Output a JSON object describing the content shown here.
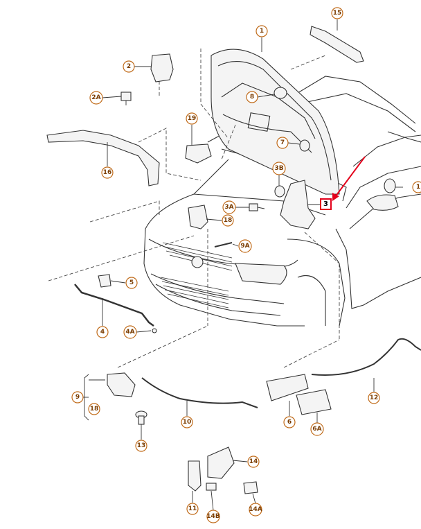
{
  "accent_color": "#c06a18",
  "highlight_color": "#e3001b",
  "callouts": [
    {
      "id": "c1",
      "label": "1"
    },
    {
      "id": "c1b",
      "label": "1"
    },
    {
      "id": "c2",
      "label": "2"
    },
    {
      "id": "c2A",
      "label": "2A"
    },
    {
      "id": "c3",
      "label": "3"
    },
    {
      "id": "c3A",
      "label": "3A"
    },
    {
      "id": "c3B",
      "label": "3B"
    },
    {
      "id": "c4",
      "label": "4"
    },
    {
      "id": "c4A",
      "label": "4A"
    },
    {
      "id": "c5",
      "label": "5"
    },
    {
      "id": "c6",
      "label": "6"
    },
    {
      "id": "c6A",
      "label": "6A"
    },
    {
      "id": "c7",
      "label": "7"
    },
    {
      "id": "c8",
      "label": "8"
    },
    {
      "id": "c9",
      "label": "9"
    },
    {
      "id": "c9A",
      "label": "9A"
    },
    {
      "id": "c10",
      "label": "10"
    },
    {
      "id": "c11",
      "label": "11"
    },
    {
      "id": "c12",
      "label": "12"
    },
    {
      "id": "c13",
      "label": "13"
    },
    {
      "id": "c14",
      "label": "14"
    },
    {
      "id": "c14A",
      "label": "14A"
    },
    {
      "id": "c14B",
      "label": "14B"
    },
    {
      "id": "c15",
      "label": "15"
    },
    {
      "id": "c16",
      "label": "16"
    },
    {
      "id": "c18",
      "label": "18"
    },
    {
      "id": "c18b",
      "label": "18"
    },
    {
      "id": "c19",
      "label": "19"
    }
  ]
}
